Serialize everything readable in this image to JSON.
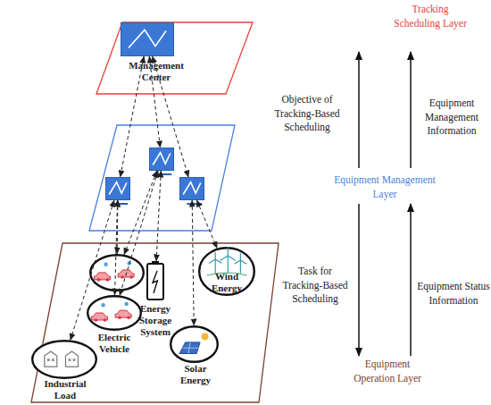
{
  "diagram": {
    "nodes": [
      {
        "text": [
          "Management Center"
        ]
      },
      {
        "text": []
      },
      {
        "text": []
      },
      {
        "text": []
      },
      {
        "text": []
      },
      {
        "text": [
          "Electric Vehicle"
        ]
      },
      {
        "text": [
          "Energy Storage System"
        ]
      },
      {
        "text": [
          "Wind Energy"
        ]
      },
      {
        "text": [
          "Industrial Load"
        ]
      },
      {
        "text": [
          "Solar Energy"
        ]
      }
    ],
    "edges": [
      {
        "from": 0,
        "to": 1,
        "arrow": "both"
      },
      {
        "from": 0,
        "to": 2,
        "arrow": "both"
      },
      {
        "from": 0,
        "to": 3,
        "arrow": "both"
      },
      {
        "from": 1,
        "to": 8,
        "arrow": "both"
      },
      {
        "from": 1,
        "to": 4,
        "arrow": "both"
      },
      {
        "from": 1,
        "to": 5,
        "arrow": "both"
      },
      {
        "from": 2,
        "to": 4,
        "arrow": "both"
      },
      {
        "from": 2,
        "to": 5,
        "arrow": "both"
      },
      {
        "from": 2,
        "to": 6,
        "arrow": "both"
      },
      {
        "from": 3,
        "to": 7,
        "arrow": "both"
      },
      {
        "from": 3,
        "to": 9,
        "arrow": "both"
      }
    ],
    "labels": [
      "Tracking Scheduling Layer",
      "Objective of Tracking-Based Scheduling",
      "Equipment Management Information",
      "Equipment Management Layer",
      "Task for Tracking-Based Scheduling",
      "Equipment Status Information",
      "Equipment Operation Layer"
    ]
  }
}
